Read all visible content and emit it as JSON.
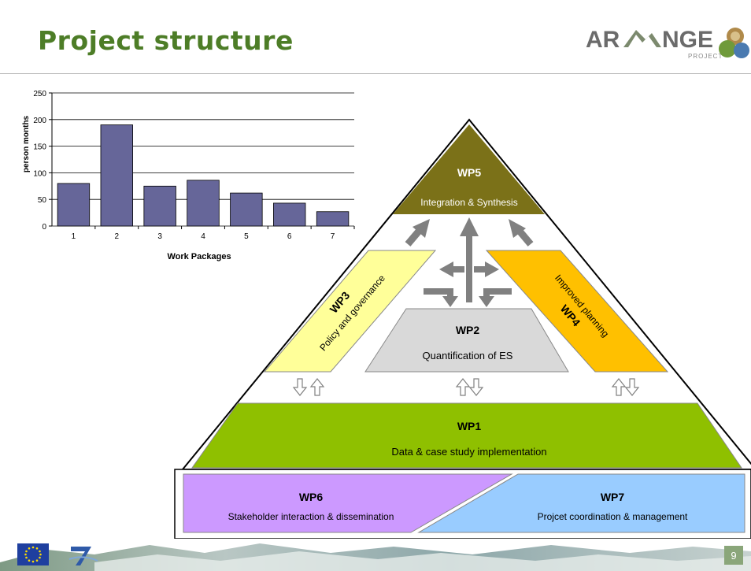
{
  "slide": {
    "title": "Project structure",
    "page_number": "9",
    "logo_text": "ARANGE",
    "logo_sub": "PROJECT"
  },
  "chart_data": {
    "type": "bar",
    "categories": [
      "1",
      "2",
      "3",
      "4",
      "5",
      "6",
      "7"
    ],
    "values": [
      80,
      190,
      75,
      86,
      62,
      43,
      27
    ],
    "xlabel": "Work Packages",
    "ylabel": "person months",
    "ylim": [
      0,
      250
    ],
    "yticks": [
      "0",
      "50",
      "100",
      "150",
      "200",
      "250"
    ],
    "bar_color": "#666699",
    "grid": true
  },
  "diagram": {
    "wp5": {
      "id": "WP5",
      "desc": "Integration & Synthesis",
      "color": "#7b7118"
    },
    "wp3": {
      "id": "WP3",
      "desc": "Policy and governance",
      "color": "#ffff99"
    },
    "wp4": {
      "id": "WP4",
      "desc": "Improved planning",
      "color": "#ffc000"
    },
    "wp2": {
      "id": "WP2",
      "desc": "Quantification of ES",
      "color": "#d9d9d9"
    },
    "wp1": {
      "id": "WP1",
      "desc": "Data & case study implementation",
      "color": "#8fc000"
    },
    "wp6": {
      "id": "WP6",
      "desc": "Stakeholder interaction & dissemination",
      "color": "#cc99ff"
    },
    "wp7": {
      "id": "WP7",
      "desc": "Projcet coordination & management",
      "color": "#99ccff"
    }
  }
}
